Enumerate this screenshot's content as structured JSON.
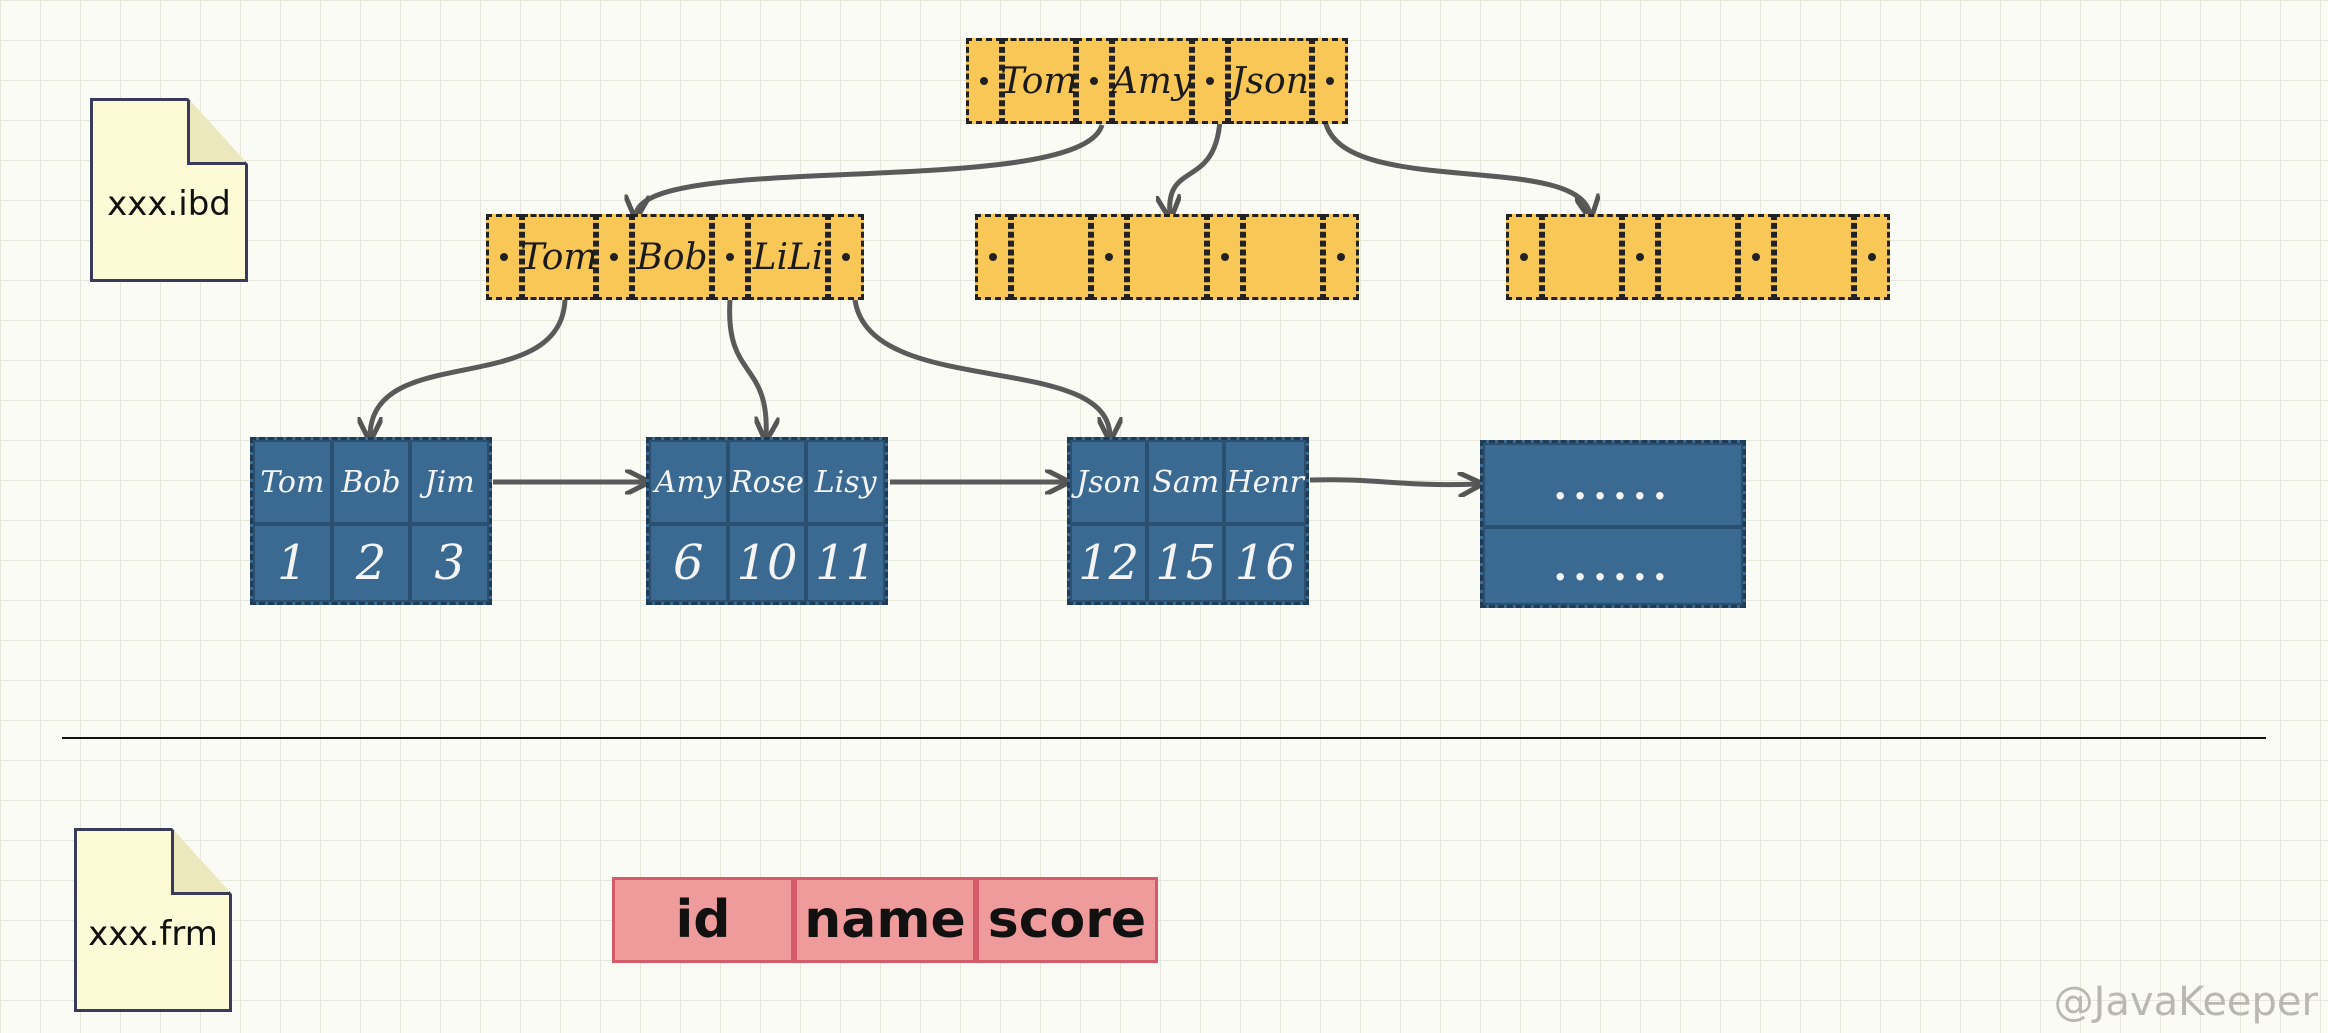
{
  "files": {
    "ibd_label": "xxx.ibd",
    "frm_label": "xxx.frm"
  },
  "root_node": {
    "keys": [
      "Tom",
      "Amy",
      "Json"
    ]
  },
  "internal_nodes": [
    {
      "keys": [
        "Tom",
        "Bob",
        "LiLi"
      ]
    },
    {
      "keys": [
        "",
        "",
        ""
      ]
    },
    {
      "keys": [
        "",
        "",
        ""
      ]
    }
  ],
  "leaf_nodes": [
    {
      "names": [
        "Tom",
        "Bob",
        "Jim"
      ],
      "ids": [
        "1",
        "2",
        "3"
      ]
    },
    {
      "names": [
        "Amy",
        "Rose",
        "Lisy"
      ],
      "ids": [
        "6",
        "10",
        "11"
      ]
    },
    {
      "names": [
        "Json",
        "Sam",
        "Henr"
      ],
      "ids": [
        "12",
        "15",
        "16"
      ]
    },
    {
      "row1": "......",
      "row2": "......"
    }
  ],
  "frm_fields": [
    "id",
    "name",
    "score"
  ],
  "watermark": "@JavaKeeper",
  "colors": {
    "index_node": "#f9c756",
    "leaf_node": "#3a6a92",
    "frm_field": "#f09b9b",
    "file": "#fdfbd6"
  }
}
